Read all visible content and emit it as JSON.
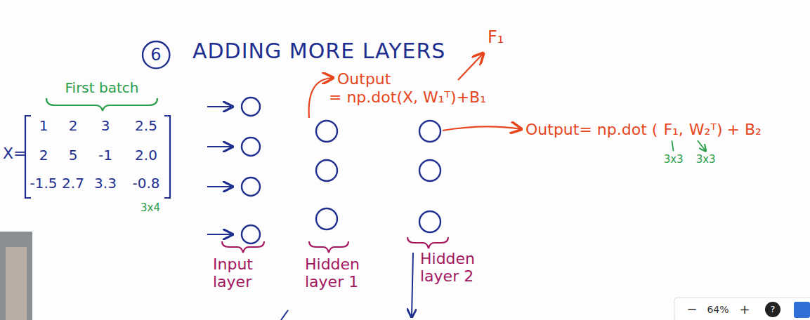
{
  "diagram": {
    "title": "ADDING MORE LAYERS",
    "nodes": [
      {
        "text": [
          "6"
        ]
      }
    ],
    "labels": [
      "F₁",
      "Output",
      "= np.dot(X, W₁ᵀ)+B₁",
      "First batch",
      "X=",
      "1",
      "2",
      "3",
      "2.5",
      "2",
      "5",
      "-1",
      "2.0",
      "-1.5",
      "2.7",
      "3.3",
      "-0.8",
      "3x4",
      "Output= np.dot (",
      "F₁,",
      "W₂ᵀ)",
      "+ B₂",
      "3x3",
      "3x3",
      "Input layer",
      "Hidden layer 1",
      "Hidden layer 2",
      "−",
      "64%",
      "+",
      "?"
    ]
  }
}
